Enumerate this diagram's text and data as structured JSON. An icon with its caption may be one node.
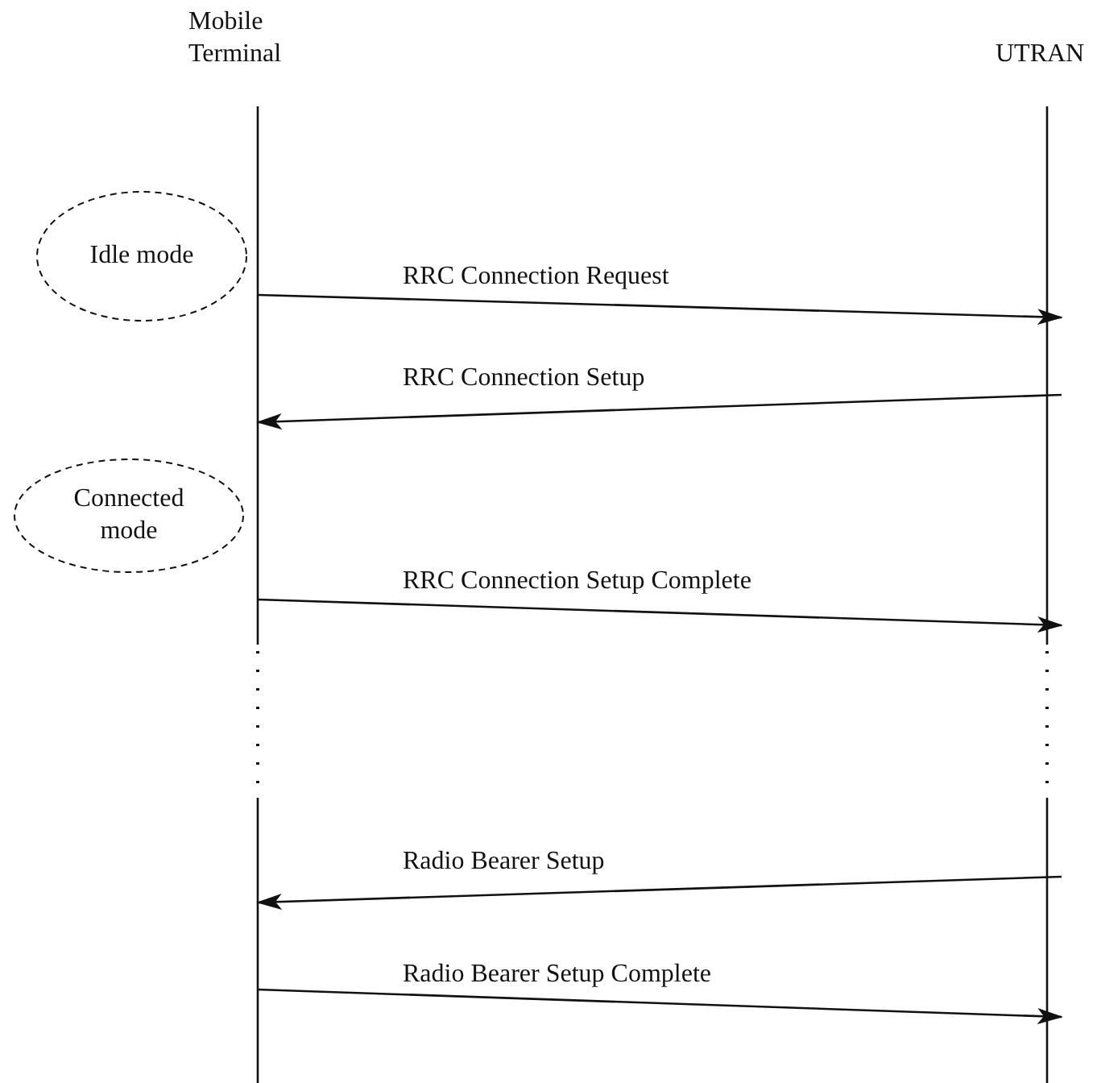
{
  "diagram": {
    "nodes": [
      {
        "text": [
          "Mobile Terminal"
        ]
      },
      {
        "text": [
          "UTRAN"
        ]
      },
      {
        "text": [
          "Idle mode"
        ]
      },
      {
        "text": [
          "Connected mode"
        ]
      }
    ],
    "edges": [
      {
        "from": 0,
        "to": 1,
        "arrow": "to",
        "label": "RRC Connection Request"
      },
      {
        "from": 1,
        "to": 0,
        "arrow": "to",
        "label": "RRC Connection Setup"
      },
      {
        "from": 0,
        "to": 1,
        "arrow": "to",
        "label": "RRC Connection Setup Complete"
      },
      {
        "from": 1,
        "to": 0,
        "arrow": "to",
        "label": "Radio Bearer Setup"
      },
      {
        "from": 0,
        "to": 1,
        "arrow": "to",
        "label": "Radio Bearer Setup Complete"
      }
    ]
  }
}
